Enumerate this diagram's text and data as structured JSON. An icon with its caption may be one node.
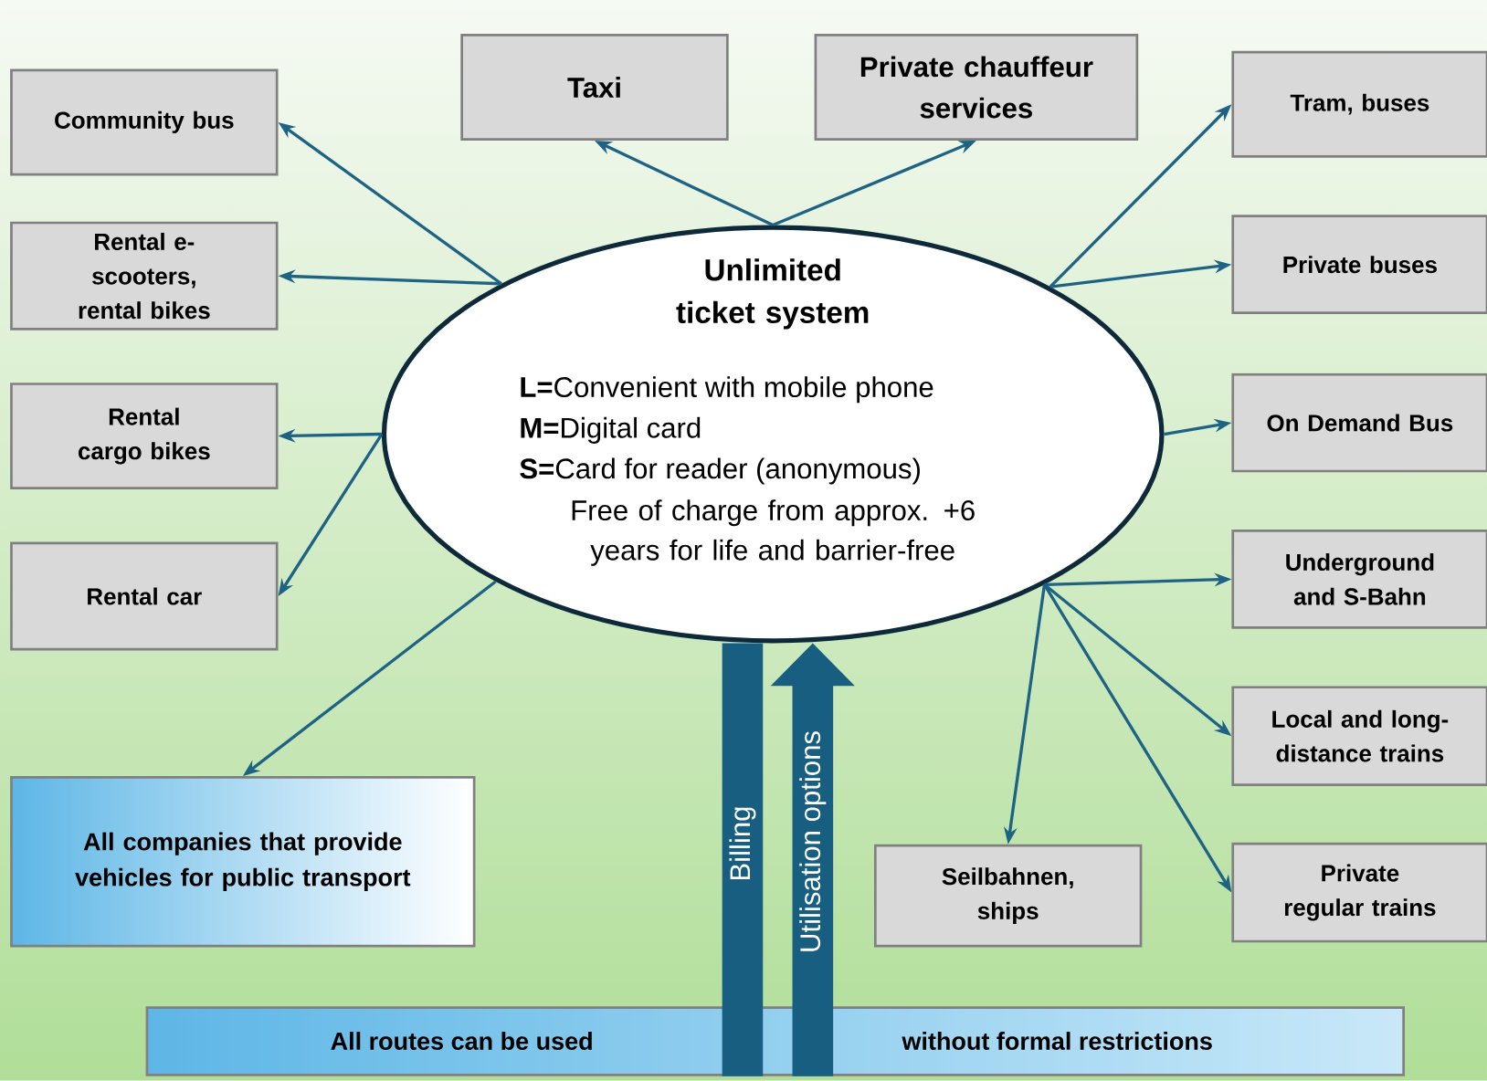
{
  "diagram": {
    "nodes": [
      {
        "text": [
          "Unlimited ticket system",
          "**L=**Convenient with mobile phone",
          "**M=**Digital card",
          "**S=**Card for reader (anonymous)",
          "Free of charge from approx. +6 years for life and barrier-free"
        ]
      },
      {
        "text": [
          "Community bus"
        ]
      },
      {
        "text": [
          "Rental e-scooters, rental bikes"
        ]
      },
      {
        "text": [
          "Rental cargo bikes"
        ]
      },
      {
        "text": [
          "Rental car"
        ]
      },
      {
        "text": [
          "Taxi"
        ]
      },
      {
        "text": [
          "Private chauffeur services"
        ]
      },
      {
        "text": [
          "Tram, buses"
        ]
      },
      {
        "text": [
          "Private buses"
        ]
      },
      {
        "text": [
          "On Demand Bus"
        ]
      },
      {
        "text": [
          "Underground and S-Bahn"
        ]
      },
      {
        "text": [
          "Local and long-distance trains"
        ]
      },
      {
        "text": [
          "Private regular trains"
        ]
      },
      {
        "text": [
          "Seilbahnen, ships"
        ]
      },
      {
        "text": [
          "All companies that provide vehicles for public transport"
        ]
      },
      {
        "text": [
          "All routes can be used",
          "without formal restrictions"
        ]
      }
    ],
    "edges": [
      {
        "from": 0,
        "to": 1,
        "arrow": "to"
      },
      {
        "from": 0,
        "to": 2,
        "arrow": "to"
      },
      {
        "from": 0,
        "to": 3,
        "arrow": "to"
      },
      {
        "from": 0,
        "to": 4,
        "arrow": "to"
      },
      {
        "from": 0,
        "to": 5,
        "arrow": "to"
      },
      {
        "from": 0,
        "to": 6,
        "arrow": "to"
      },
      {
        "from": 0,
        "to": 7,
        "arrow": "to"
      },
      {
        "from": 0,
        "to": 8,
        "arrow": "to"
      },
      {
        "from": 0,
        "to": 9,
        "arrow": "to"
      },
      {
        "from": 0,
        "to": 10,
        "arrow": "to"
      },
      {
        "from": 0,
        "to": 11,
        "arrow": "to"
      },
      {
        "from": 0,
        "to": 12,
        "arrow": "to"
      },
      {
        "from": 0,
        "to": 13,
        "arrow": "to"
      },
      {
        "from": 0,
        "to": 14,
        "arrow": "to"
      },
      {
        "from": 15,
        "to": 0,
        "arrow": "none",
        "label": "Billing",
        "style": "thick",
        "color": "#175e80"
      },
      {
        "from": 15,
        "to": 0,
        "arrow": "to",
        "label": "Utilisation options",
        "style": "thick",
        "color": "#175e80"
      }
    ]
  }
}
